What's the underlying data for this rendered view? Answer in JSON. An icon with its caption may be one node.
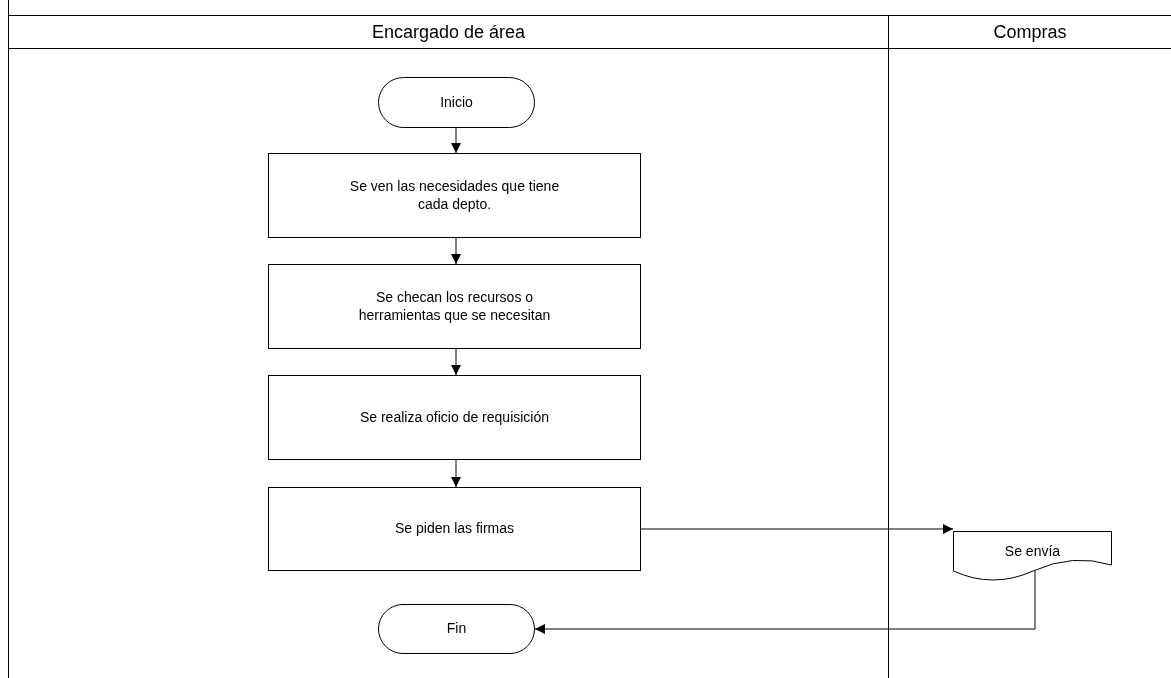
{
  "diagram": {
    "nodes": [
      {
        "text": [
          "Encargado de área"
        ]
      },
      {
        "text": [
          "Compras"
        ]
      },
      {
        "text": [
          "Inicio"
        ],
        "in": 0
      },
      {
        "text": [
          "Se ven las necesidades que tiene cada depto."
        ],
        "in": 0
      },
      {
        "text": [
          "Se checan los recursos o herramientas que se necesitan"
        ],
        "in": 0
      },
      {
        "text": [
          "Se realiza oficio de requisición"
        ],
        "in": 0
      },
      {
        "text": [
          "Se piden las firmas"
        ],
        "in": 0
      },
      {
        "text": [
          "Se envía"
        ],
        "in": 1
      },
      {
        "text": [
          "Fin"
        ],
        "in": 0
      }
    ],
    "edges": [
      {
        "from": 2,
        "to": 3,
        "arrow": "to"
      },
      {
        "from": 3,
        "to": 4,
        "arrow": "to"
      },
      {
        "from": 4,
        "to": 5,
        "arrow": "to"
      },
      {
        "from": 5,
        "to": 6,
        "arrow": "to"
      },
      {
        "from": 6,
        "to": 7,
        "arrow": "to"
      },
      {
        "from": 7,
        "to": 8,
        "arrow": "to"
      }
    ]
  }
}
